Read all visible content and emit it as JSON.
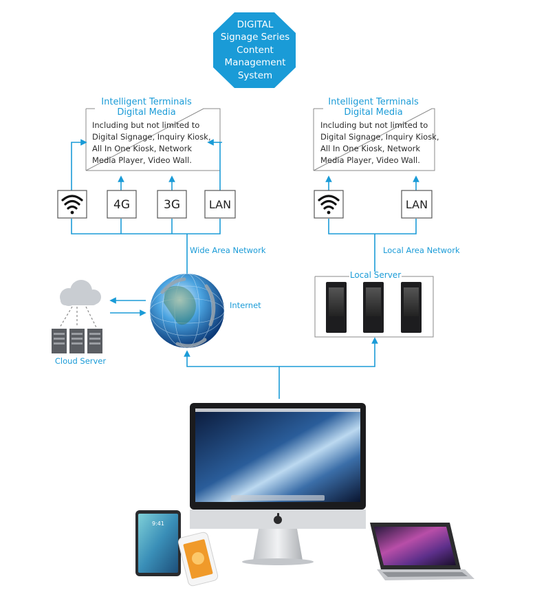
{
  "header": {
    "lines": [
      "DIGITAL",
      "Signage Series",
      "Content",
      "Management",
      "System"
    ]
  },
  "terminals_left": {
    "title_line1": "Intelligent Terminals",
    "title_line2": "Digital Media",
    "desc_lines": [
      "Including but not limited to",
      "Digital Signage, Inquiry Kiosk,",
      "All In One Kiosk, Network",
      "Media Player, Video Wall."
    ]
  },
  "terminals_right": {
    "title_line1": "Intelligent Terminals",
    "title_line2": "Digital Media",
    "desc_lines": [
      "Including but not limited to",
      "Digital Signage, Inquiry Kiosk,",
      "All In One Kiosk, Network",
      "Media Player, Video Wall."
    ]
  },
  "connections_left": [
    "wifi",
    "4G",
    "3G",
    "LAN"
  ],
  "connections_right": [
    "wifi",
    "LAN"
  ],
  "labels": {
    "wan": "Wide Area Network",
    "lan": "Local Area Network",
    "internet": "Internet",
    "cloud_server": "Cloud Server",
    "local_server": "Local Server"
  },
  "devices": {
    "tablet_time": "9:41"
  },
  "colors": {
    "accent": "#1a9bd7",
    "octagon": "#1a9bd7"
  },
  "icons": [
    "wifi-icon",
    "cloud-icon",
    "server-icon",
    "globe-icon",
    "kiosk-icon",
    "apple-logo-icon"
  ]
}
